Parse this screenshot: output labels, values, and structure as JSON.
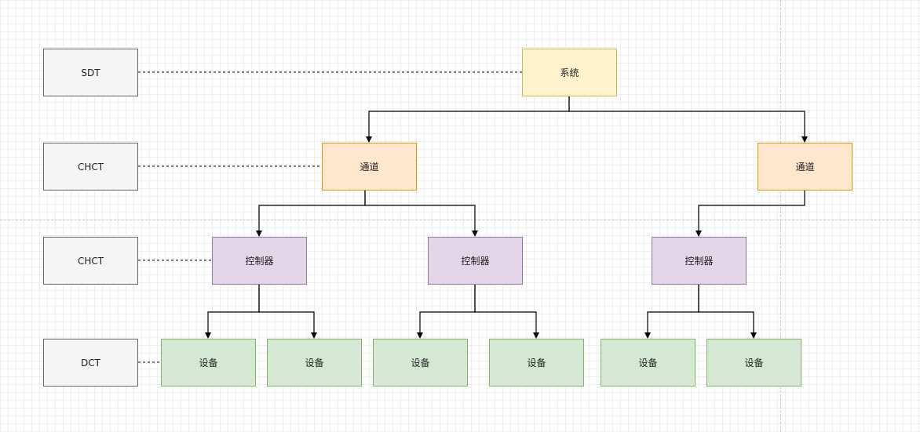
{
  "levels": {
    "sdt": "SDT",
    "chct_channel": "CHCT",
    "chct_controller": "CHCT",
    "dct": "DCT"
  },
  "system": {
    "label": "系统"
  },
  "channels": [
    {
      "label": "通道"
    },
    {
      "label": "通道"
    }
  ],
  "controllers": [
    {
      "label": "控制器"
    },
    {
      "label": "控制器"
    },
    {
      "label": "控制器"
    }
  ],
  "devices": [
    {
      "label": "设备"
    },
    {
      "label": "设备"
    },
    {
      "label": "设备"
    },
    {
      "label": "设备"
    },
    {
      "label": "设备"
    },
    {
      "label": "设备"
    }
  ],
  "colors": {
    "label_fill": "#f5f5f5",
    "label_stroke": "#666666",
    "system_fill": "#fff2cc",
    "system_stroke": "#d6b656",
    "channel_fill": "#ffe6cc",
    "channel_stroke": "#d79b00",
    "controller_fill": "#e1d5e7",
    "controller_stroke": "#9673a6",
    "device_fill": "#d5e8d4",
    "device_stroke": "#82b366"
  }
}
